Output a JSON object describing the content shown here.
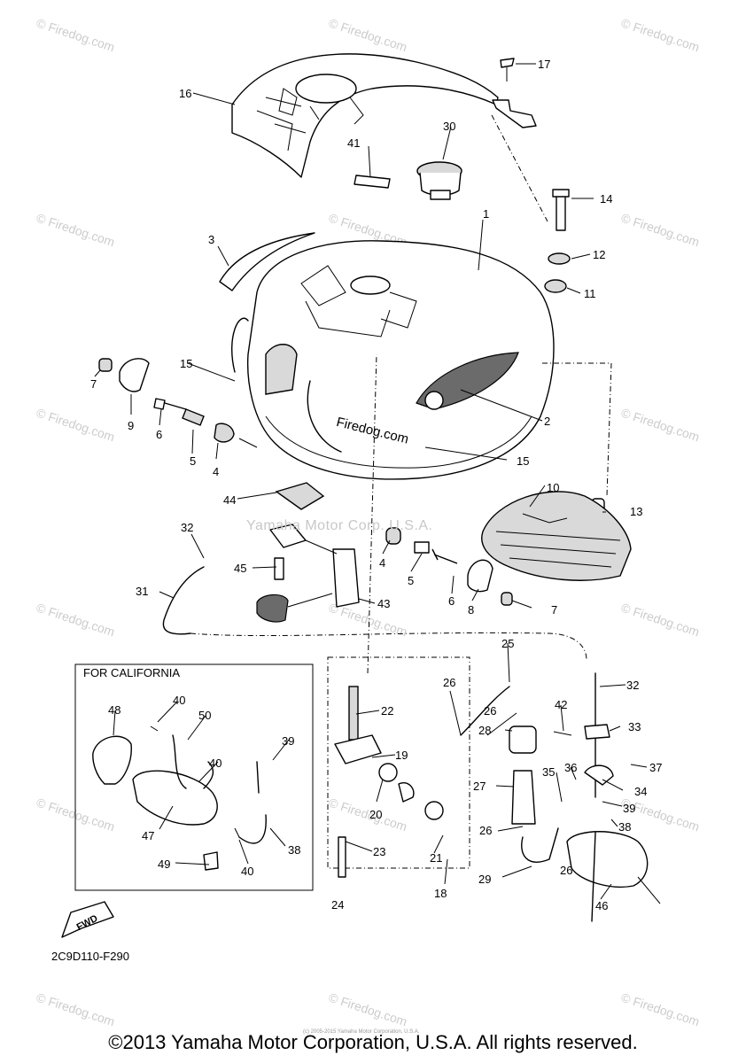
{
  "california_box": {
    "label": "FOR CALIFORNIA"
  },
  "diagram_code": "2C9D110-F290",
  "copyright": "©2013 Yamaha Motor Corporation, U.S.A. All rights reserved.",
  "tiny_copyright": "(c) 2005-2015 Yamaha Motor Corporation, U.S.A.",
  "center_watermark": "Yamaha Motor Corp. U.S.A.",
  "tank_watermark": "Firedog.com",
  "fwd_label": "FWD",
  "watermark_text": "© Firedog.com",
  "callouts": [
    {
      "id": "c1",
      "text": "1"
    },
    {
      "id": "c2",
      "text": "2"
    },
    {
      "id": "c3",
      "text": "3"
    },
    {
      "id": "c4a",
      "text": "4"
    },
    {
      "id": "c4b",
      "text": "4"
    },
    {
      "id": "c5a",
      "text": "5"
    },
    {
      "id": "c5b",
      "text": "5"
    },
    {
      "id": "c6a",
      "text": "6"
    },
    {
      "id": "c6b",
      "text": "6"
    },
    {
      "id": "c7a",
      "text": "7"
    },
    {
      "id": "c7b",
      "text": "7"
    },
    {
      "id": "c8",
      "text": "8"
    },
    {
      "id": "c9",
      "text": "9"
    },
    {
      "id": "c10",
      "text": "10"
    },
    {
      "id": "c11",
      "text": "11"
    },
    {
      "id": "c12",
      "text": "12"
    },
    {
      "id": "c13",
      "text": "13"
    },
    {
      "id": "c14",
      "text": "14"
    },
    {
      "id": "c15a",
      "text": "15"
    },
    {
      "id": "c15b",
      "text": "15"
    },
    {
      "id": "c16",
      "text": "16"
    },
    {
      "id": "c17",
      "text": "17"
    },
    {
      "id": "c18",
      "text": "18"
    },
    {
      "id": "c19",
      "text": "19"
    },
    {
      "id": "c20",
      "text": "20"
    },
    {
      "id": "c21",
      "text": "21"
    },
    {
      "id": "c22",
      "text": "22"
    },
    {
      "id": "c23",
      "text": "23"
    },
    {
      "id": "c24",
      "text": "24"
    },
    {
      "id": "c25",
      "text": "25"
    },
    {
      "id": "c26a",
      "text": "26"
    },
    {
      "id": "c26b",
      "text": "26"
    },
    {
      "id": "c26c",
      "text": "26"
    },
    {
      "id": "c26d",
      "text": "26"
    },
    {
      "id": "c27",
      "text": "27"
    },
    {
      "id": "c28",
      "text": "28"
    },
    {
      "id": "c29",
      "text": "29"
    },
    {
      "id": "c30",
      "text": "30"
    },
    {
      "id": "c31",
      "text": "31"
    },
    {
      "id": "c32a",
      "text": "32"
    },
    {
      "id": "c32b",
      "text": "32"
    },
    {
      "id": "c33",
      "text": "33"
    },
    {
      "id": "c34",
      "text": "34"
    },
    {
      "id": "c35",
      "text": "35"
    },
    {
      "id": "c36",
      "text": "36"
    },
    {
      "id": "c37",
      "text": "37"
    },
    {
      "id": "c38a",
      "text": "38"
    },
    {
      "id": "c38b",
      "text": "38"
    },
    {
      "id": "c39a",
      "text": "39"
    },
    {
      "id": "c39b",
      "text": "39"
    },
    {
      "id": "c40a",
      "text": "40"
    },
    {
      "id": "c40b",
      "text": "40"
    },
    {
      "id": "c40c",
      "text": "40"
    },
    {
      "id": "c41",
      "text": "41"
    },
    {
      "id": "c42",
      "text": "42"
    },
    {
      "id": "c43",
      "text": "43"
    },
    {
      "id": "c44",
      "text": "44"
    },
    {
      "id": "c45",
      "text": "45"
    },
    {
      "id": "c46",
      "text": "46"
    },
    {
      "id": "c47",
      "text": "47"
    },
    {
      "id": "c48",
      "text": "48"
    },
    {
      "id": "c49",
      "text": "49"
    },
    {
      "id": "c50",
      "text": "50"
    }
  ]
}
